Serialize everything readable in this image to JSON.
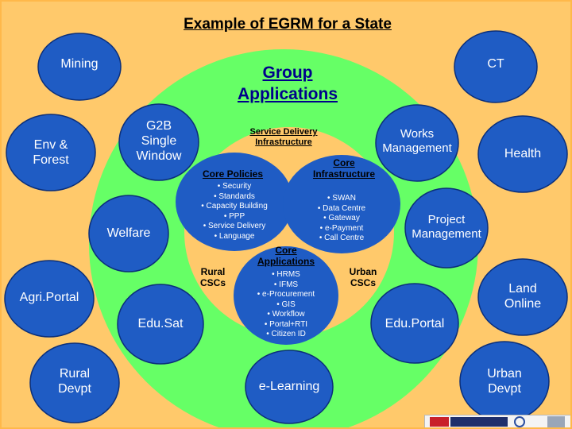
{
  "title": "Example of EGRM for a State",
  "center_title": "Group\n Applications",
  "outer_apps": [
    {
      "label": "Mining"
    },
    {
      "label": "CT"
    },
    {
      "label": "Env &\nForest"
    },
    {
      "label": "Health"
    },
    {
      "label": "Agri.Portal"
    },
    {
      "label": "Land\nOnline"
    },
    {
      "label": "Rural\nDevpt"
    },
    {
      "label": "Urban\nDevpt"
    }
  ],
  "inner_apps": [
    {
      "label": "G2B\nSingle\nWindow"
    },
    {
      "label": "Works\nManagement"
    },
    {
      "label": "Welfare"
    },
    {
      "label": "Project\nManagement"
    },
    {
      "label": "Edu.Sat"
    },
    {
      "label": "Edu.Portal"
    },
    {
      "label": "e-Learning"
    }
  ],
  "service_delivery": "Service Delivery\nInfrastructure",
  "core_policies": {
    "heading": "Core Policies",
    "items": "• Security\n• Standards\n• Capacity Building\n• PPP\n• Service Delivery\n• Language"
  },
  "core_infrastructure": {
    "heading": "Core\nInfrastructure",
    "items": "• SWAN\n• Data Centre\n• Gateway\n• e-Payment\n• Call Centre"
  },
  "core_applications": {
    "heading": "Core\nApplications",
    "items": "• HRMS\n• IFMS\n• e-Procurement\n• GIS\n• Workflow\n• Portal+RTI\n• Citizen ID"
  },
  "rural_cscs": "Rural\nCSCs",
  "urban_cscs": "Urban\nCSCs",
  "colors": {
    "background": "#ffc96b",
    "green": "#66ff66",
    "blue": "#1f5cc4",
    "navy": "#00008b"
  }
}
